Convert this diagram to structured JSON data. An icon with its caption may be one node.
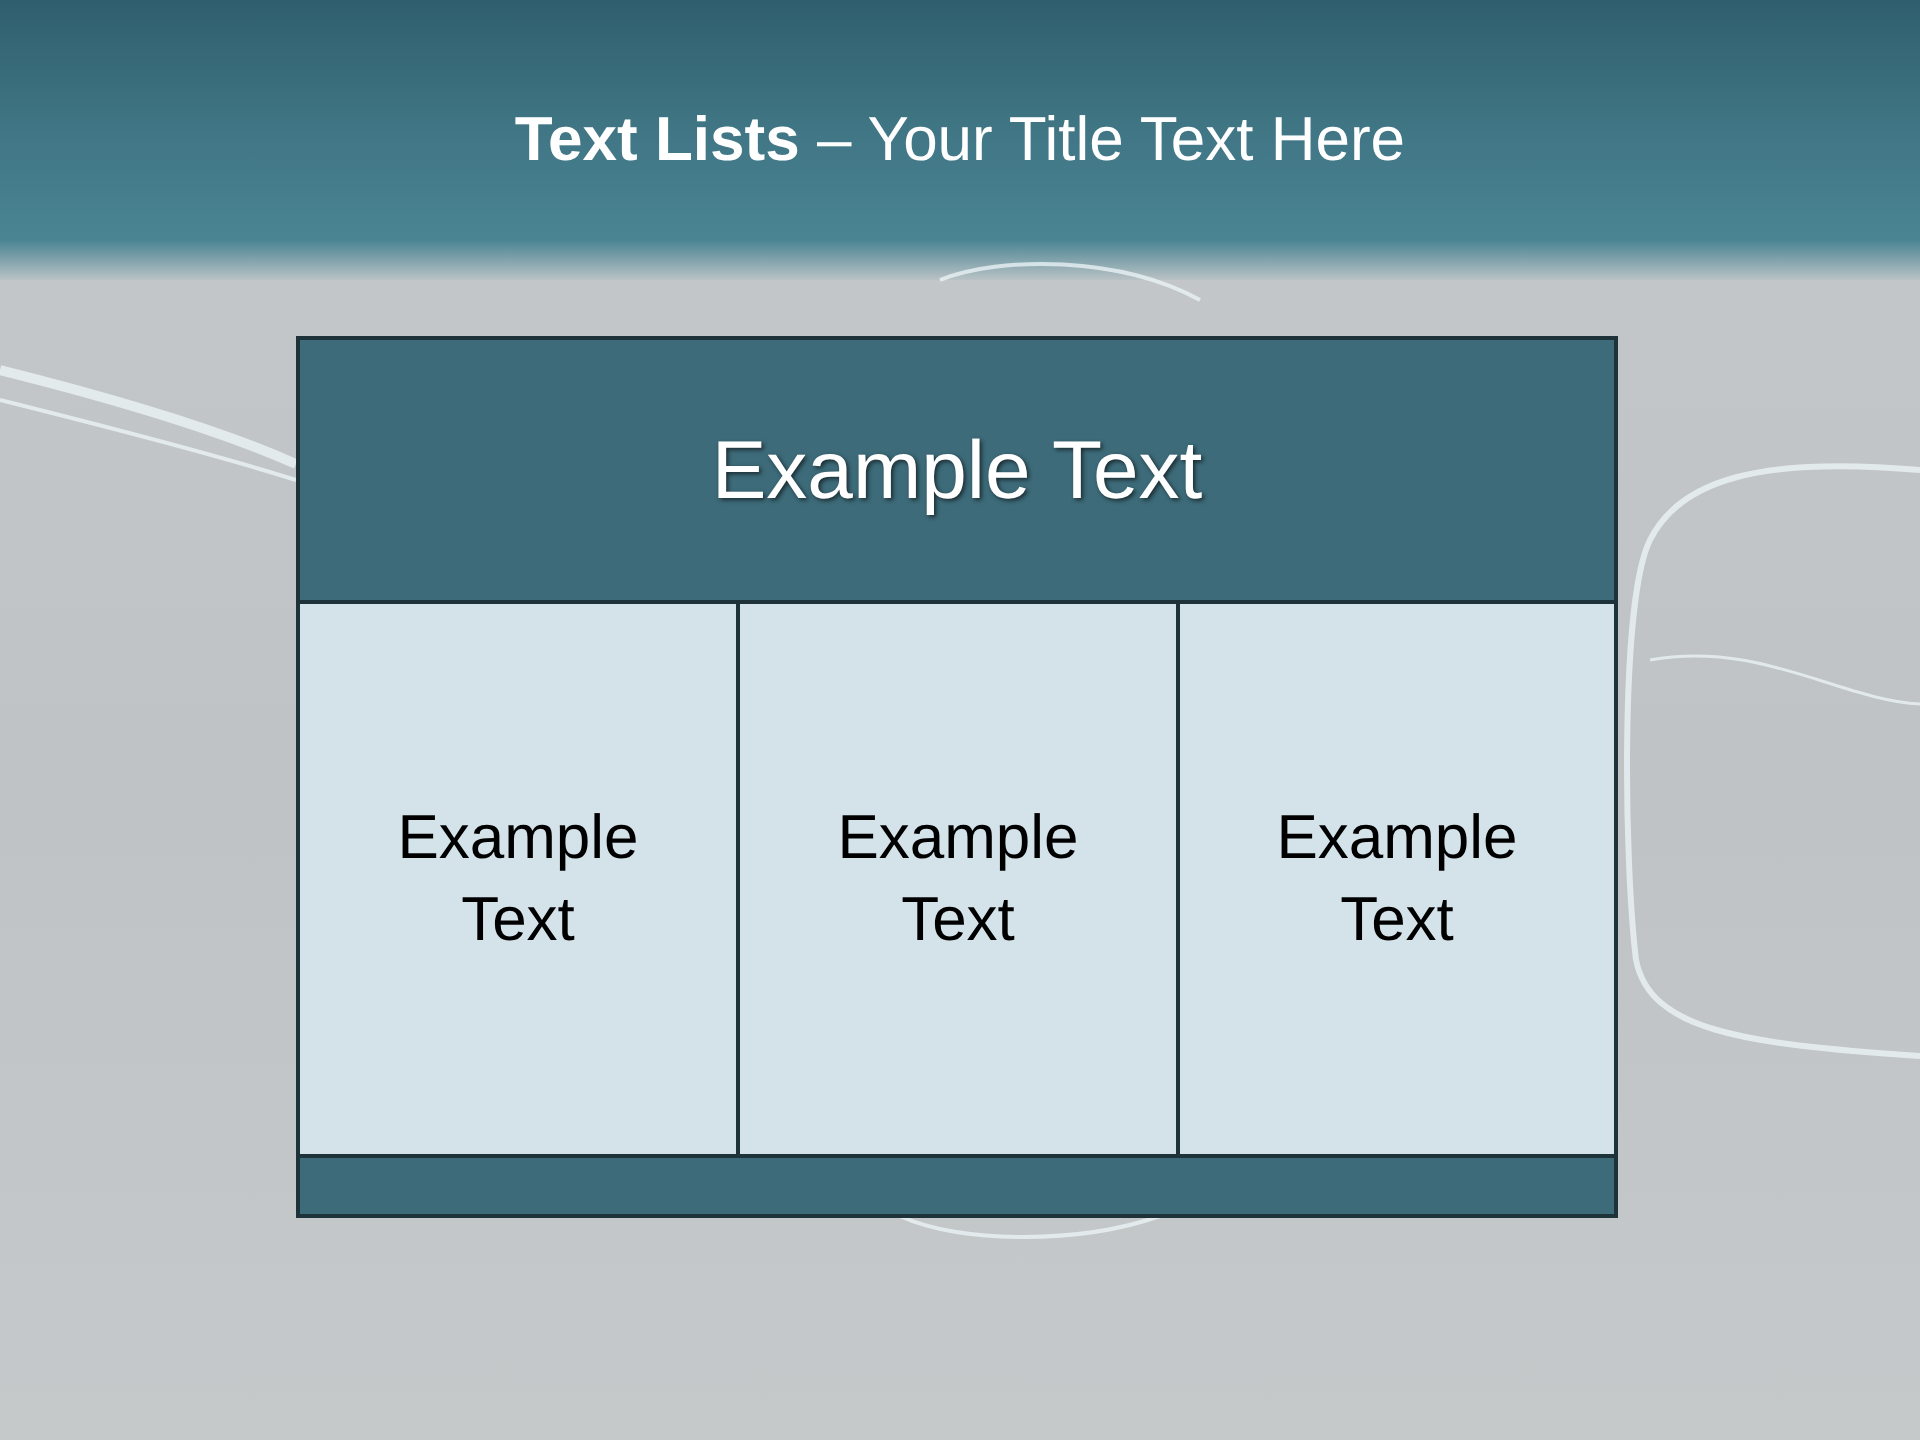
{
  "diagram": {
    "title": "**Text Lists** – Your Title Text Here",
    "nodes": [
      {
        "text": [
          "Example Text"
        ]
      },
      {
        "text": [
          "Example Text"
        ]
      },
      {
        "text": [
          "Example Text"
        ]
      },
      {
        "text": [
          "Example Text"
        ]
      },
      {
        "text": [],
        "shape": "bar"
      }
    ],
    "edges": []
  }
}
